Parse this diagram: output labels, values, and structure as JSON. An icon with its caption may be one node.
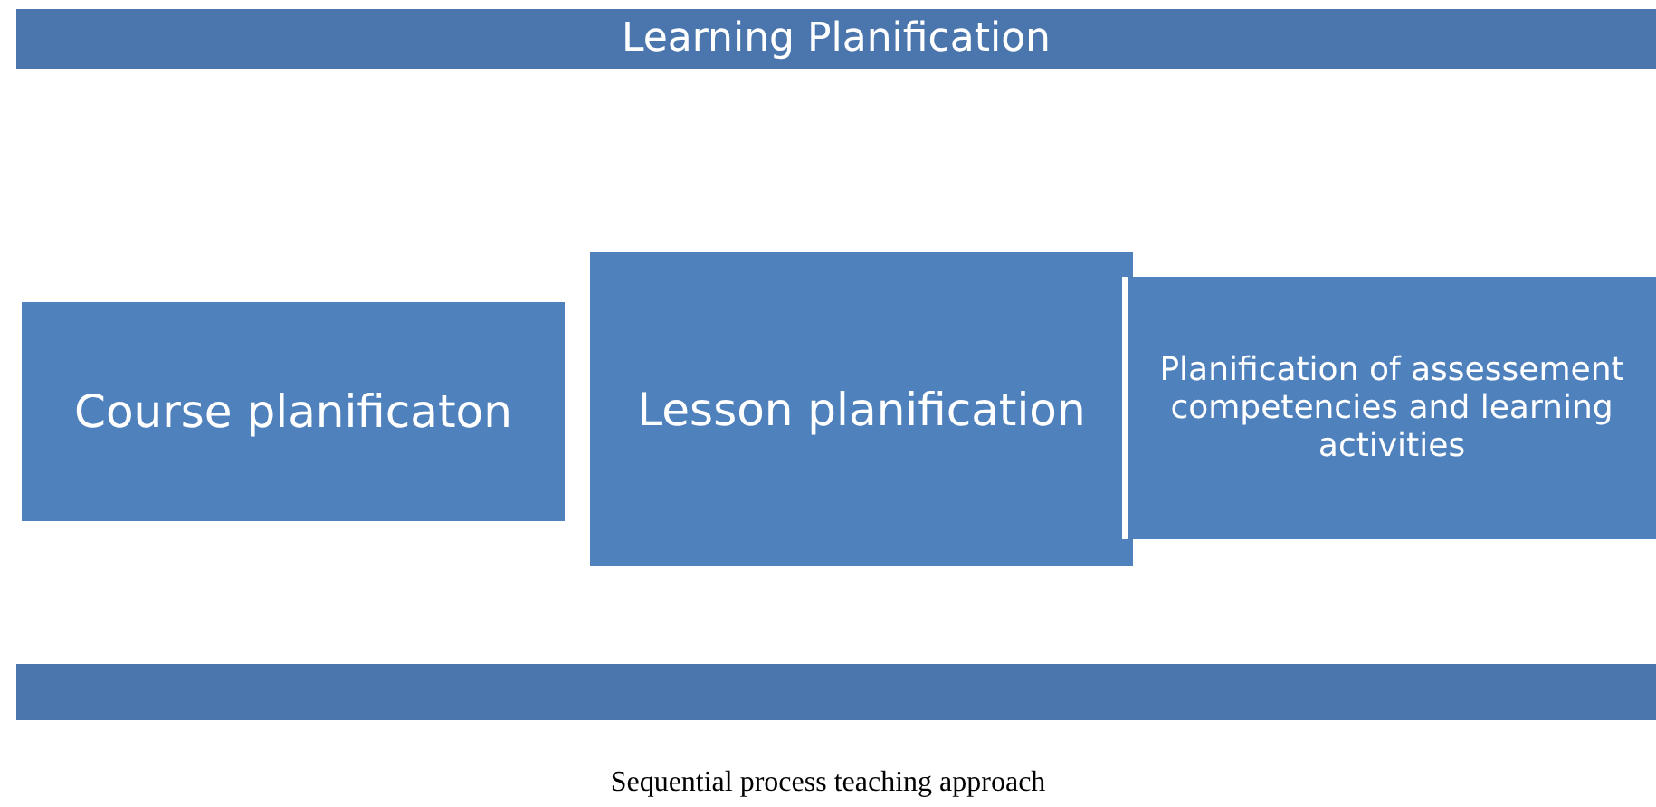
{
  "diagram": {
    "caption": "Sequential process teaching approach",
    "nodes": [
      {
        "text": [
          "Learning Planification"
        ]
      },
      {
        "text": [
          "Course planificaton"
        ]
      },
      {
        "text": [
          "Lesson planification"
        ]
      },
      {
        "text": [
          "Planification of assessement competencies and learning activities"
        ]
      },
      {
        "text": [],
        "shape": "bar"
      }
    ],
    "edges": []
  }
}
